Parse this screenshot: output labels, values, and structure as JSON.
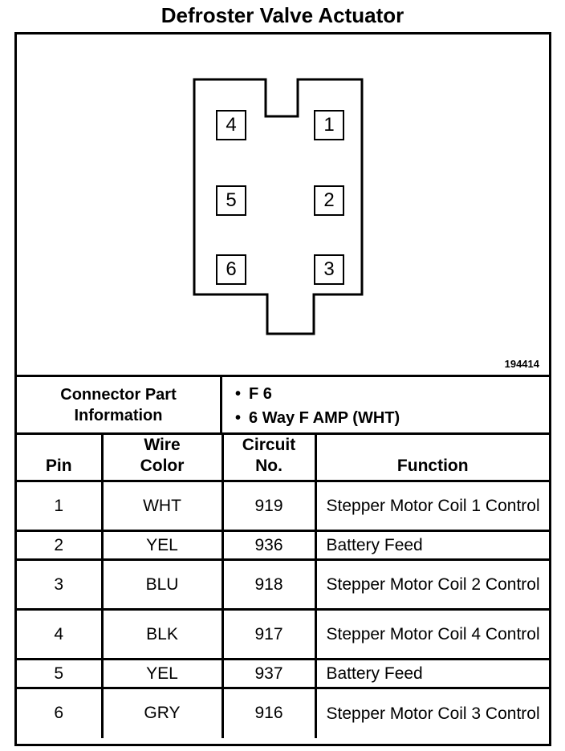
{
  "title": "Defroster Valve Actuator",
  "diagram": {
    "figure_number": "194414",
    "pins": [
      "4",
      "1",
      "5",
      "2",
      "6",
      "3"
    ]
  },
  "connector": {
    "label": "Connector Part Information",
    "items": [
      "F 6",
      "6 Way F AMP (WHT)"
    ]
  },
  "table": {
    "headers": {
      "pin": "Pin",
      "wire_color": "Wire Color",
      "circuit": "Circuit No.",
      "function": "Function"
    },
    "rows": [
      {
        "pin": "1",
        "wire": "WHT",
        "circuit": "919",
        "function": "Stepper Motor Coil 1 Control"
      },
      {
        "pin": "2",
        "wire": "YEL",
        "circuit": "936",
        "function": "Battery Feed"
      },
      {
        "pin": "3",
        "wire": "BLU",
        "circuit": "918",
        "function": "Stepper Motor Coil 2 Control"
      },
      {
        "pin": "4",
        "wire": "BLK",
        "circuit": "917",
        "function": "Stepper Motor Coil 4 Control"
      },
      {
        "pin": "5",
        "wire": "YEL",
        "circuit": "937",
        "function": "Battery Feed"
      },
      {
        "pin": "6",
        "wire": "GRY",
        "circuit": "916",
        "function": "Stepper Motor Coil 3 Control"
      }
    ]
  }
}
